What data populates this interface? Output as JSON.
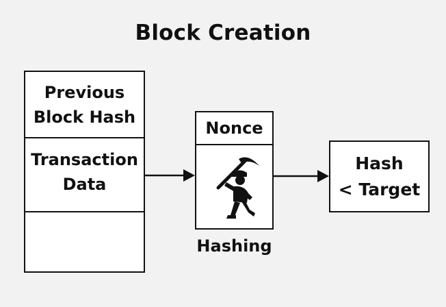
{
  "diagram": {
    "title": "Block Creation",
    "block": {
      "previous_hash_line1": "Previous",
      "previous_hash_line2": "Block Hash",
      "transaction_line1": "Transaction",
      "transaction_line2": "Data"
    },
    "hashing": {
      "nonce_label": "Nonce",
      "icon": "miner-with-pickaxe",
      "label": "Hashing"
    },
    "result": {
      "line1": "Hash",
      "line2": "< Target"
    },
    "colors": {
      "background": "#f2f2f2",
      "box_fill": "#ffffff",
      "stroke": "#111111"
    }
  }
}
